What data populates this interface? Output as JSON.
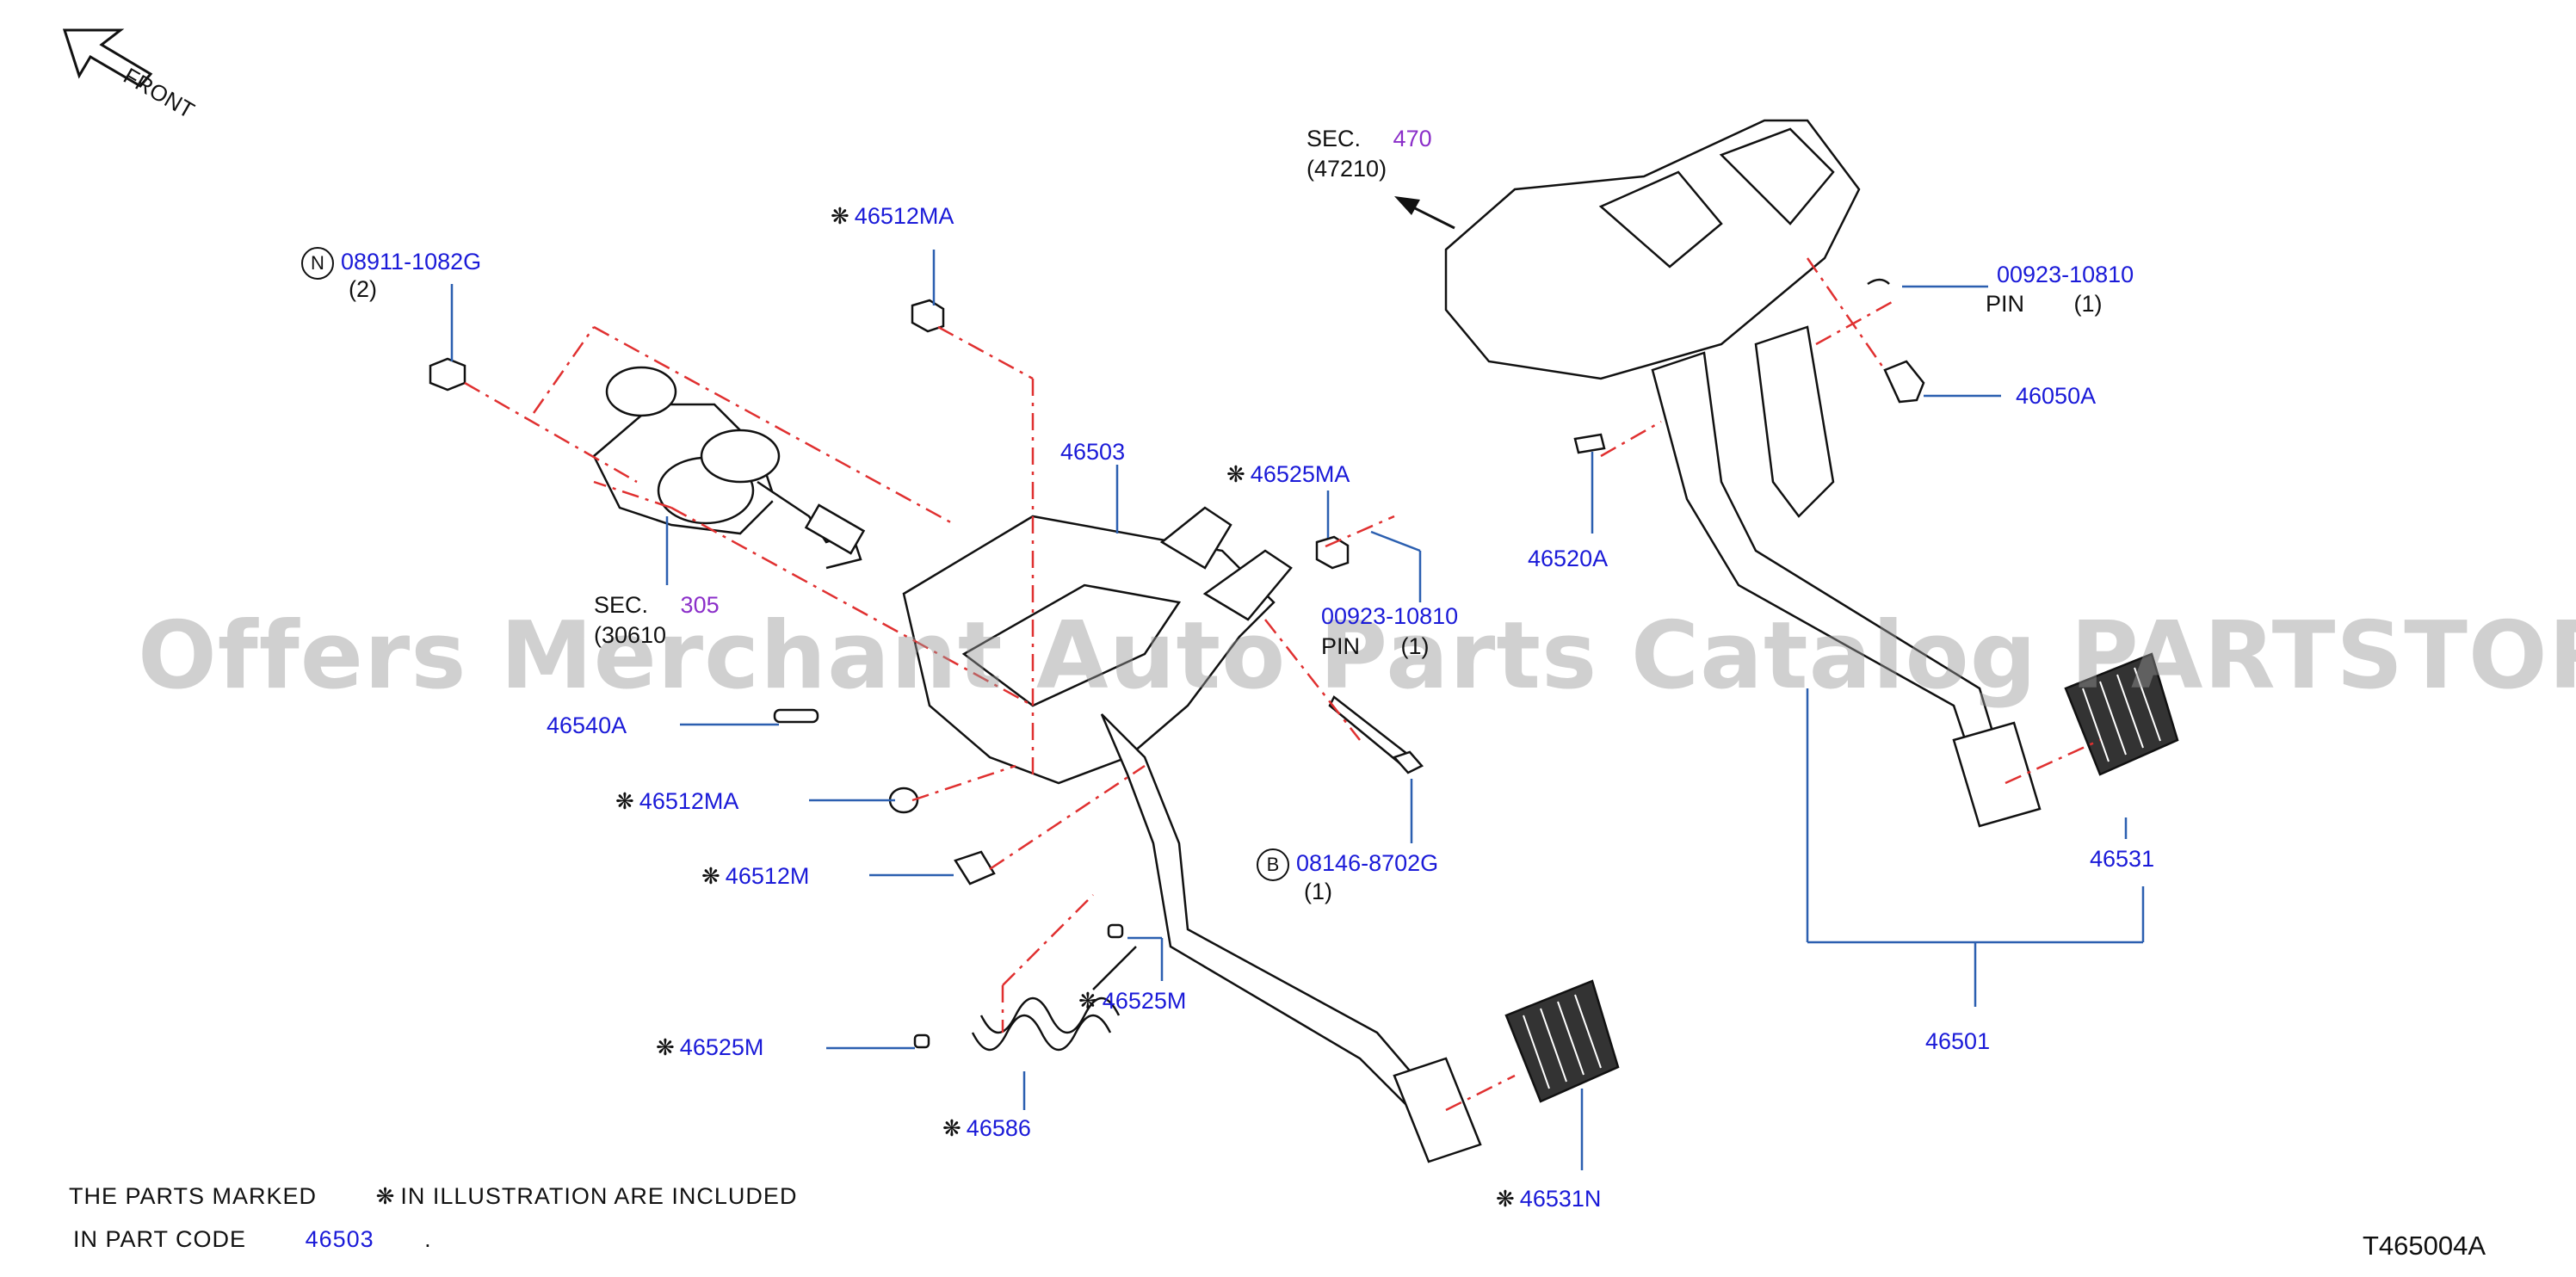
{
  "front": "FRONT",
  "sec470": {
    "prefix": "SEC.",
    "num": "470",
    "sub": "(47210)"
  },
  "sec305": {
    "prefix": "SEC.",
    "num": "305",
    "sub": "(30610"
  },
  "parts": {
    "p_08911": "08911-1082G",
    "p_08911_qty": "(2)",
    "p_46512MA_top": "46512MA",
    "p_46503": "46503",
    "p_46525MA": "46525MA",
    "p_00923_left": "00923-10810",
    "p_00923_left_pin": "PIN",
    "p_00923_left_qty": "(1)",
    "p_46540A": "46540A",
    "p_46512MA_mid": "46512MA",
    "p_46512M": "46512M",
    "p_08146": "08146-8702G",
    "p_08146_qty": "(1)",
    "p_46525M_a": "46525M",
    "p_46525M_b": "46525M",
    "p_46586": "46586",
    "p_46531N": "46531N",
    "p_00923_right": "00923-10810",
    "p_00923_right_pin": "PIN",
    "p_00923_right_qty": "(1)",
    "p_46050A": "46050A",
    "p_46520A": "46520A",
    "p_46531": "46531",
    "p_46501": "46501"
  },
  "circle_marks": {
    "n": "N",
    "b": "B"
  },
  "note": {
    "line1_a": "THE  PARTS  MARKED",
    "line1_b": "IN  ILLUSTRATION  ARE  INCLUDED",
    "line2_a": "IN  PART  CODE",
    "line2_code": "46503",
    "line2_end": "."
  },
  "star_symbol": "❋",
  "diagram_code": "T465004A",
  "watermark": "Offers Merchant Auto Parts Catalog PARTSTORE.SA",
  "colors": {
    "label_blue": "#1a1ad8",
    "sec_purple": "#8b2fc9",
    "leader": "#2b5fb0",
    "dashed_red": "#e03030",
    "line": "#111111"
  }
}
